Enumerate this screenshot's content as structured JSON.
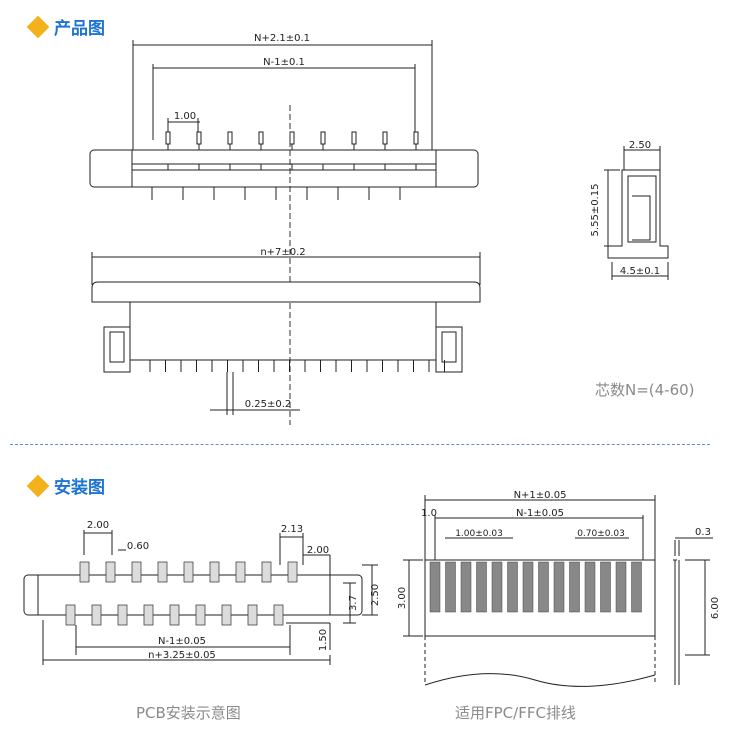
{
  "sections": {
    "product": {
      "title": "产品图"
    },
    "install": {
      "title": "安装图"
    }
  },
  "product_view": {
    "dims": {
      "overall": "N+2.1±0.1",
      "span": "N-1±0.1",
      "pitch": "1.00",
      "body_width": "n+7±0.2",
      "pin_width": "0.25±0.2"
    },
    "side_dims": {
      "top": "2.50",
      "height": "5.55±0.15",
      "base": "4.5±0.1"
    },
    "pin_count_note": "芯数N=(4-60)"
  },
  "pcb_view": {
    "dims": {
      "pitch": "2.00",
      "pad_width": "0.60",
      "offset": "2.13",
      "tab": "2.00",
      "row_gap": "2.50",
      "depth": "3.7",
      "span": "N-1±0.05",
      "overall": "n+3.25±0.05",
      "tab_height": "1.50"
    },
    "caption": "PCB安装示意图"
  },
  "fpc_view": {
    "dims": {
      "overall": "N+1±0.05",
      "span": "N-1±0.05",
      "edge": "1.0",
      "pitch": "1.00±0.03",
      "contact_width": "0.70±0.03",
      "height": "3.00",
      "thickness": "0.3",
      "length": "6.00"
    },
    "caption": "适用FPC/FFC排线"
  }
}
